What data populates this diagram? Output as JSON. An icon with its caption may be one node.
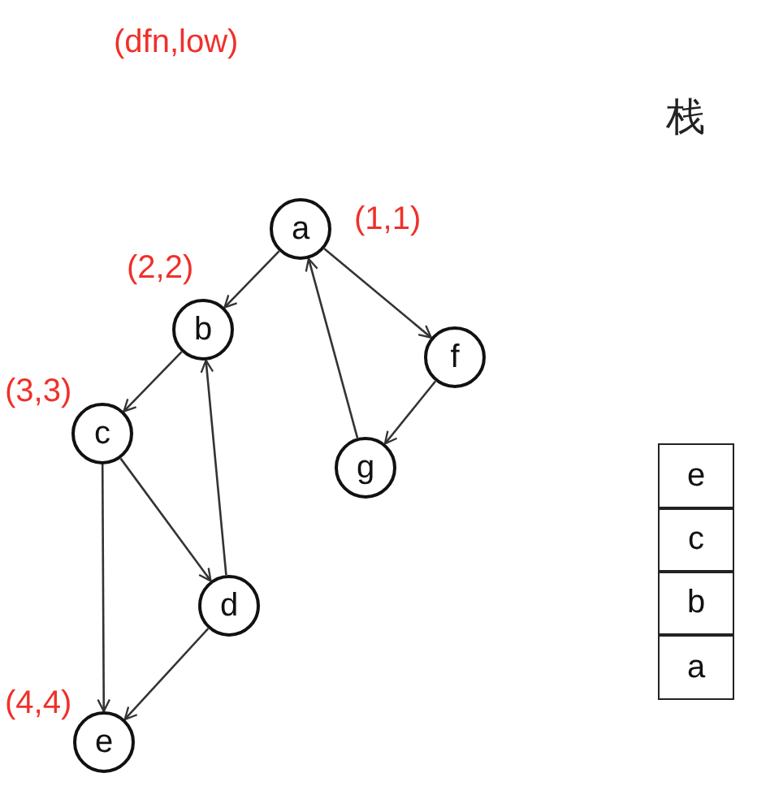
{
  "diagram": {
    "nodes": [
      {
        "text": [
          "a"
        ],
        "beside": [
          "(1,1)"
        ]
      },
      {
        "text": [
          "b"
        ],
        "beside": [
          "(2,2)"
        ]
      },
      {
        "text": [
          "c"
        ],
        "beside": [
          "(3,3)"
        ]
      },
      {
        "text": [
          "d"
        ]
      },
      {
        "text": [
          "e"
        ],
        "beside": [
          "(4,4)"
        ]
      },
      {
        "text": [
          "f"
        ]
      },
      {
        "text": [
          "g"
        ]
      },
      {
        "text": [
          "e"
        ]
      },
      {
        "text": [
          "c"
        ]
      },
      {
        "text": [
          "b"
        ]
      },
      {
        "text": [
          "a"
        ]
      }
    ],
    "edges": [
      {
        "from": 0,
        "to": 1,
        "arrow": "to"
      },
      {
        "from": 0,
        "to": 5,
        "arrow": "to"
      },
      {
        "from": 1,
        "to": 2,
        "arrow": "to"
      },
      {
        "from": 2,
        "to": 3,
        "arrow": "to"
      },
      {
        "from": 2,
        "to": 4,
        "arrow": "to"
      },
      {
        "from": 3,
        "to": 1,
        "arrow": "to"
      },
      {
        "from": 3,
        "to": 4,
        "arrow": "to"
      },
      {
        "from": 5,
        "to": 6,
        "arrow": "to"
      },
      {
        "from": 6,
        "to": 0,
        "arrow": "to"
      }
    ],
    "labels": [
      "(dfn,low)",
      "栈"
    ]
  }
}
